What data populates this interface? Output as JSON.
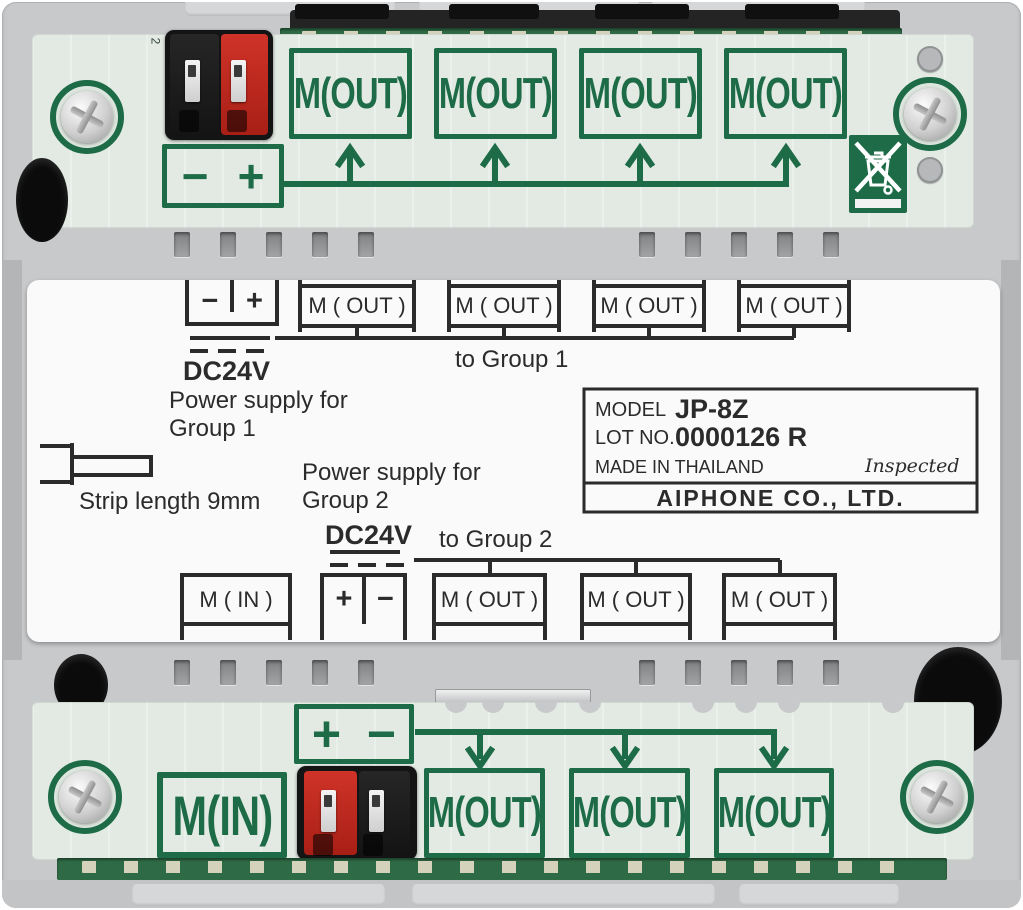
{
  "colors": {
    "print_green": "#1d6b47",
    "label_ink": "#2b2b2b",
    "terminal_red": "#c0271d",
    "panel_green": "#e2eae3",
    "housing_gray": "#c7c9cb"
  },
  "top_panel": {
    "port_mark": "2",
    "power_terminal_box": {
      "minus": "−",
      "plus": "+"
    },
    "out_connectors": [
      "M(OUT)",
      "M(OUT)",
      "M(OUT)",
      "M(OUT)"
    ]
  },
  "spec_label": {
    "group1": {
      "terminal_minus": "−",
      "terminal_plus": "+",
      "dc_rating": "DC24V",
      "caption_line1": "Power supply for",
      "caption_line2": "Group 1",
      "out_terminals": [
        "M ( OUT )",
        "M ( OUT )",
        "M ( OUT )",
        "M ( OUT )"
      ],
      "bus_caption": "to Group 1"
    },
    "strip_note": "Strip length 9mm",
    "model_plate": {
      "model_label": "MODEL",
      "model_value": "JP-8Z",
      "lot_label": "LOT NO.",
      "lot_value": "0000126 R",
      "origin": "MADE IN THAILAND",
      "inspected_stamp": "Inspected",
      "company": "AIPHONE CO., LTD."
    },
    "group2": {
      "caption_line1": "Power supply for",
      "caption_line2": "Group 2",
      "dc_rating": "DC24V",
      "bus_caption": "to Group 2",
      "in_terminal": "M ( IN )",
      "terminal_plus": "+",
      "terminal_minus": "−",
      "out_terminals": [
        "M ( OUT )",
        "M ( OUT )",
        "M ( OUT )"
      ]
    }
  },
  "bottom_panel": {
    "power_terminal_box": {
      "plus": "+",
      "minus": "−"
    },
    "in_connector": "M(IN)",
    "out_connectors": [
      "M(OUT)",
      "M(OUT)",
      "M(OUT)"
    ]
  }
}
